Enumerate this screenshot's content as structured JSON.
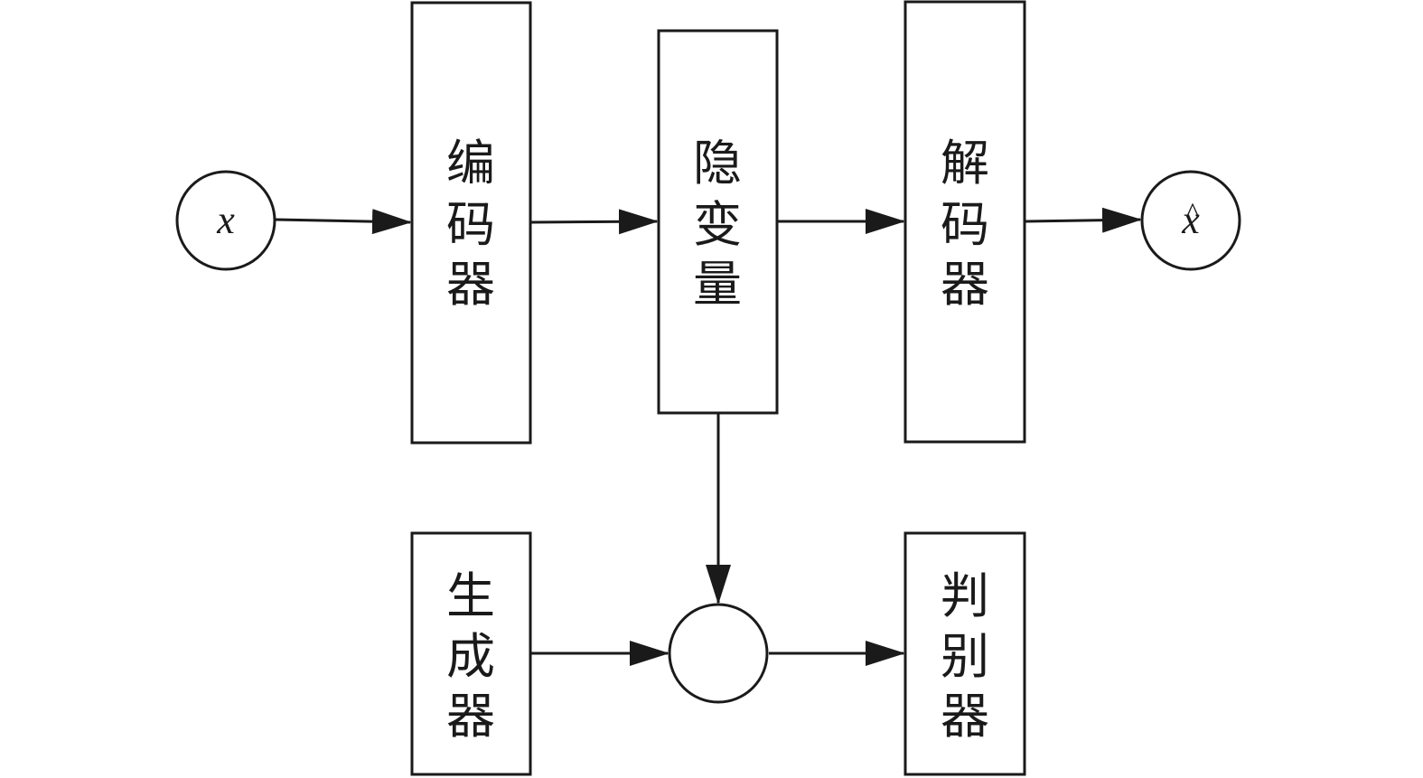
{
  "nodes": {
    "input": {
      "label": "x"
    },
    "output": {
      "label": "x",
      "hat": "^"
    },
    "encoder": {
      "chars": [
        "编",
        "码",
        "器"
      ]
    },
    "latent": {
      "chars": [
        "隐",
        "变",
        "量"
      ]
    },
    "decoder": {
      "chars": [
        "解",
        "码",
        "器"
      ]
    },
    "generator": {
      "chars": [
        "生",
        "成",
        "器"
      ]
    },
    "discriminator": {
      "chars": [
        "判",
        "别",
        "器"
      ]
    }
  },
  "colors": {
    "stroke": "#1a1a1a",
    "fill": "#ffffff",
    "arrowhead": "#1a1a1a"
  }
}
